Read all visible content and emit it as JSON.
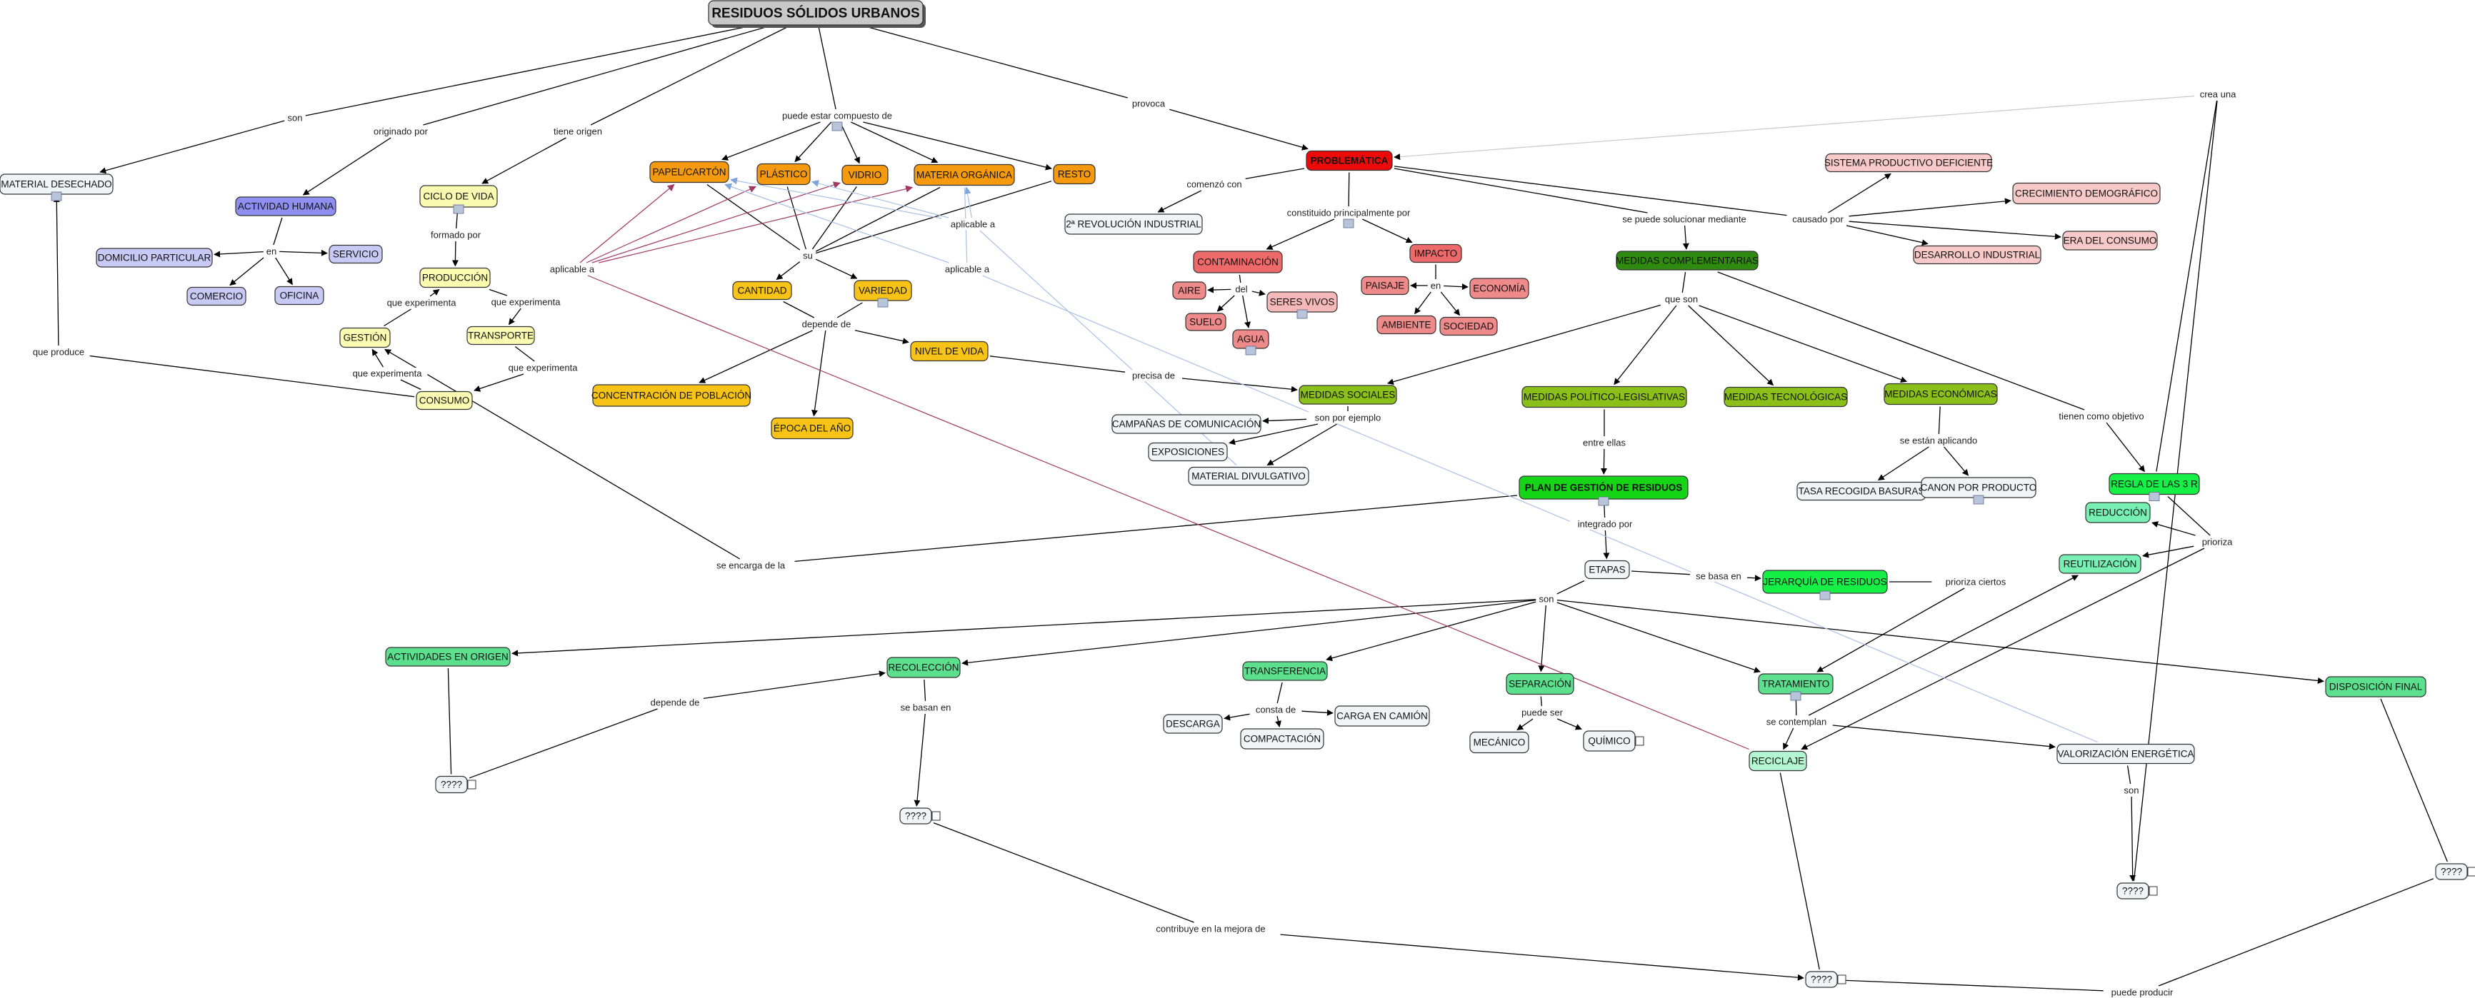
{
  "nodes": [
    {
      "id": "root",
      "text": "RESIDUOS SÓLIDOS URBANOS",
      "fill": "#c8c8c8",
      "stroke": "#333333",
      "bold": true,
      "title": true
    },
    {
      "id": "md",
      "text": "MATERIAL DESECHADO",
      "fill": "#f0f4f7",
      "stroke": "#333333"
    },
    {
      "id": "ah",
      "text": "ACTIVIDAD HUMANA",
      "fill": "#8f8ff2",
      "stroke": "#333333"
    },
    {
      "id": "dp",
      "text": "DOMICILIO PARTICULAR",
      "fill": "#c9c9f5",
      "stroke": "#333333"
    },
    {
      "id": "serv",
      "text": "SERVICIO",
      "fill": "#c9c9f5",
      "stroke": "#333333"
    },
    {
      "id": "com",
      "text": "COMERCIO",
      "fill": "#c9c9f5",
      "stroke": "#333333"
    },
    {
      "id": "ofi",
      "text": "OFICINA",
      "fill": "#c9c9f5",
      "stroke": "#333333"
    },
    {
      "id": "cv",
      "text": "CICLO DE VIDA",
      "fill": "#fafab0",
      "stroke": "#333333"
    },
    {
      "id": "prod",
      "text": "PRODUCCIÓN",
      "fill": "#fafab0",
      "stroke": "#333333"
    },
    {
      "id": "tran",
      "text": "TRANSPORTE",
      "fill": "#fafab0",
      "stroke": "#333333"
    },
    {
      "id": "gest",
      "text": "GESTIÓN",
      "fill": "#fafab0",
      "stroke": "#333333"
    },
    {
      "id": "cons",
      "text": "CONSUMO",
      "fill": "#fafab0",
      "stroke": "#333333"
    },
    {
      "id": "pap",
      "text": "PAPEL/CARTÓN",
      "fill": "#f59a0e",
      "stroke": "#333333"
    },
    {
      "id": "pla",
      "text": "PLÁSTICO",
      "fill": "#f59a0e",
      "stroke": "#333333"
    },
    {
      "id": "vid",
      "text": "VIDRIO",
      "fill": "#f59a0e",
      "stroke": "#333333"
    },
    {
      "id": "mo",
      "text": "MATERIA ORGÁNICA",
      "fill": "#f59a0e",
      "stroke": "#333333"
    },
    {
      "id": "res",
      "text": "RESTO",
      "fill": "#f59a0e",
      "stroke": "#333333"
    },
    {
      "id": "cant",
      "text": "CANTIDAD",
      "fill": "#f7c317",
      "stroke": "#333333"
    },
    {
      "id": "var",
      "text": "VARIEDAD",
      "fill": "#f7c317",
      "stroke": "#333333"
    },
    {
      "id": "cp",
      "text": "CONCENTRACIÓN DE POBLACIÓN",
      "fill": "#f7c317",
      "stroke": "#333333"
    },
    {
      "id": "ea",
      "text": "ÉPOCA DEL AÑO",
      "fill": "#f7c317",
      "stroke": "#333333"
    },
    {
      "id": "nv",
      "text": "NIVEL DE VIDA",
      "fill": "#f7c317",
      "stroke": "#333333"
    },
    {
      "id": "prob",
      "text": "PROBLEMÁTICA",
      "fill": "#ef0a0a",
      "stroke": "#333333",
      "bold": true
    },
    {
      "id": "rev",
      "text": "2ª REVOLUCIÓN INDUSTRIAL",
      "fill": "#f0f4f7",
      "stroke": "#333333"
    },
    {
      "id": "cont",
      "text": "CONTAMINACIÓN",
      "fill": "#ee6a6a",
      "stroke": "#333333"
    },
    {
      "id": "aire",
      "text": "AIRE",
      "fill": "#ee8a8a",
      "stroke": "#333333"
    },
    {
      "id": "suelo",
      "text": "SUELO",
      "fill": "#ee8a8a",
      "stroke": "#333333"
    },
    {
      "id": "agua",
      "text": "AGUA",
      "fill": "#ee8a8a",
      "stroke": "#333333"
    },
    {
      "id": "sv",
      "text": "SERES VIVOS",
      "fill": "#f5b8b8",
      "stroke": "#333333"
    },
    {
      "id": "imp",
      "text": "IMPACTO",
      "fill": "#ee6a6a",
      "stroke": "#333333"
    },
    {
      "id": "pais",
      "text": "PAISAJE",
      "fill": "#ee8a8a",
      "stroke": "#333333"
    },
    {
      "id": "amb",
      "text": "AMBIENTE",
      "fill": "#ee8a8a",
      "stroke": "#333333"
    },
    {
      "id": "soc",
      "text": "SOCIEDAD",
      "fill": "#ee8a8a",
      "stroke": "#333333"
    },
    {
      "id": "eco",
      "text": "ECONOMÍA",
      "fill": "#ee8a8a",
      "stroke": "#333333"
    },
    {
      "id": "spd",
      "text": "SISTEMA PRODUCTIVO DEFICIENTE",
      "fill": "#f7c9c9",
      "stroke": "#333333"
    },
    {
      "id": "cd",
      "text": "CRECIMIENTO DEMOGRÁFICO",
      "fill": "#f7c9c9",
      "stroke": "#333333"
    },
    {
      "id": "di",
      "text": "DESARROLLO INDUSTRIAL",
      "fill": "#f7c9c9",
      "stroke": "#333333"
    },
    {
      "id": "ec",
      "text": "ERA DEL CONSUMO",
      "fill": "#f7c9c9",
      "stroke": "#333333"
    },
    {
      "id": "mc",
      "text": "MEDIDAS COMPLEMENTARIAS",
      "fill": "#2f8a10",
      "stroke": "#333333"
    },
    {
      "id": "ms",
      "text": "MEDIDAS SOCIALES",
      "fill": "#8bbf1a",
      "stroke": "#333333"
    },
    {
      "id": "mpl",
      "text": "MEDIDAS POLÍTICO-LEGISLATIVAS",
      "fill": "#8bbf1a",
      "stroke": "#333333"
    },
    {
      "id": "mt",
      "text": "MEDIDAS TECNOLÓGICAS",
      "fill": "#8bbf1a",
      "stroke": "#333333"
    },
    {
      "id": "me",
      "text": "MEDIDAS ECONÓMICAS",
      "fill": "#8bbf1a",
      "stroke": "#333333"
    },
    {
      "id": "cc",
      "text": "CAMPAÑAS DE COMUNICACIÓN",
      "fill": "#f0f4f7",
      "stroke": "#333333"
    },
    {
      "id": "exp",
      "text": "EXPOSICIONES",
      "fill": "#f0f4f7",
      "stroke": "#333333"
    },
    {
      "id": "mdv",
      "text": "MATERIAL DIVULGATIVO",
      "fill": "#f0f4f7",
      "stroke": "#333333"
    },
    {
      "id": "trb",
      "text": "TASA RECOGIDA BASURAS",
      "fill": "#f0f4f7",
      "stroke": "#333333"
    },
    {
      "id": "cpp",
      "text": "CANON POR PRODUCTO",
      "fill": "#f0f4f7",
      "stroke": "#333333"
    },
    {
      "id": "pgr",
      "text": "PLAN DE GESTIÓN DE RESIDUOS",
      "fill": "#16d516",
      "stroke": "#333333",
      "bold": true
    },
    {
      "id": "r3",
      "text": "REGLA DE LAS 3 R",
      "fill": "#16f046",
      "stroke": "#333333"
    },
    {
      "id": "redu",
      "text": "REDUCCIÓN",
      "fill": "#78f0b4",
      "stroke": "#333333"
    },
    {
      "id": "reut",
      "text": "REUTILIZACIÓN",
      "fill": "#78f0b4",
      "stroke": "#333333"
    },
    {
      "id": "etap",
      "text": "ETAPAS",
      "fill": "#f0f4f7",
      "stroke": "#333333"
    },
    {
      "id": "jer",
      "text": "JERARQUÍA DE RESIDUOS",
      "fill": "#16f046",
      "stroke": "#333333"
    },
    {
      "id": "ao",
      "text": "ACTIVIDADES EN ORIGEN",
      "fill": "#5ce08e",
      "stroke": "#333333"
    },
    {
      "id": "rec",
      "text": "RECOLECCIÓN",
      "fill": "#5ce08e",
      "stroke": "#333333"
    },
    {
      "id": "trf",
      "text": "TRANSFERENCIA",
      "fill": "#5ce08e",
      "stroke": "#333333"
    },
    {
      "id": "sep",
      "text": "SEPARACIÓN",
      "fill": "#5ce08e",
      "stroke": "#333333"
    },
    {
      "id": "trat",
      "text": "TRATAMIENTO",
      "fill": "#5ce08e",
      "stroke": "#333333"
    },
    {
      "id": "dfin",
      "text": "DISPOSICIÓN FINAL",
      "fill": "#5ce08e",
      "stroke": "#333333"
    },
    {
      "id": "desc",
      "text": "DESCARGA",
      "fill": "#f0f4f7",
      "stroke": "#333333"
    },
    {
      "id": "comp",
      "text": "COMPACTACIÓN",
      "fill": "#f0f4f7",
      "stroke": "#333333"
    },
    {
      "id": "carga",
      "text": "CARGA EN CAMIÓN",
      "fill": "#f0f4f7",
      "stroke": "#333333"
    },
    {
      "id": "mec",
      "text": "MECÁNICO",
      "fill": "#f0f4f7",
      "stroke": "#333333"
    },
    {
      "id": "qui",
      "text": "QUÍMICO",
      "fill": "#f0f4f7",
      "stroke": "#333333"
    },
    {
      "id": "recic",
      "text": "RECICLAJE",
      "fill": "#b4f5d2",
      "stroke": "#333333"
    },
    {
      "id": "ve",
      "text": "VALORIZACIÓN ENERGÉTICA",
      "fill": "#f0f4f7",
      "stroke": "#333333"
    },
    {
      "id": "q1",
      "text": "????",
      "fill": "#f0f4f7",
      "stroke": "#333333"
    },
    {
      "id": "q2",
      "text": "????",
      "fill": "#f0f4f7",
      "stroke": "#333333"
    },
    {
      "id": "q3",
      "text": "????",
      "fill": "#f0f4f7",
      "stroke": "#333333"
    },
    {
      "id": "q4",
      "text": "????",
      "fill": "#f0f4f7",
      "stroke": "#333333"
    },
    {
      "id": "q5",
      "text": "????",
      "fill": "#f0f4f7",
      "stroke": "#333333"
    }
  ],
  "labels": [
    {
      "id": "L_son1",
      "text": "son"
    },
    {
      "id": "L_orig",
      "text": "originado por"
    },
    {
      "id": "L_tiene",
      "text": "tiene origen"
    },
    {
      "id": "L_comp",
      "text": "puede estar compuesto de"
    },
    {
      "id": "L_provoca",
      "text": "provoca"
    },
    {
      "id": "L_crea",
      "text": "crea una"
    },
    {
      "id": "L_en1",
      "text": "en"
    },
    {
      "id": "L_formado",
      "text": "formado por"
    },
    {
      "id": "L_qexp1",
      "text": "que experimenta"
    },
    {
      "id": "L_qexp2",
      "text": "que experimenta"
    },
    {
      "id": "L_qexp3",
      "text": "que experimenta"
    },
    {
      "id": "L_qexp4",
      "text": "que experimenta"
    },
    {
      "id": "L_qprod",
      "text": "que produce"
    },
    {
      "id": "L_aplic1",
      "text": "aplicable a"
    },
    {
      "id": "L_aplic2",
      "text": "aplicable a"
    },
    {
      "id": "L_aplic3",
      "text": "aplicable a"
    },
    {
      "id": "L_su",
      "text": "su"
    },
    {
      "id": "L_dep1",
      "text": "depende de"
    },
    {
      "id": "L_precisa",
      "text": "precisa de"
    },
    {
      "id": "L_comenzo",
      "text": "comenzó con"
    },
    {
      "id": "L_const",
      "text": "constituido principalmente por"
    },
    {
      "id": "L_del",
      "text": "del"
    },
    {
      "id": "L_en2",
      "text": "en"
    },
    {
      "id": "L_ssm",
      "text": "se puede solucionar mediante"
    },
    {
      "id": "L_causado",
      "text": "causado por"
    },
    {
      "id": "L_queson",
      "text": "que son"
    },
    {
      "id": "L_spe",
      "text": "son por ejemplo"
    },
    {
      "id": "L_entre",
      "text": "entre ellas"
    },
    {
      "id": "L_sea",
      "text": "se están aplicando"
    },
    {
      "id": "L_tco",
      "text": "tienen como objetivo"
    },
    {
      "id": "L_prioriza",
      "text": "prioriza"
    },
    {
      "id": "L_integrado",
      "text": "integrado por"
    },
    {
      "id": "L_seencarga",
      "text": "se encarga de la"
    },
    {
      "id": "L_sebasa",
      "text": "se basa en"
    },
    {
      "id": "L_pciertos",
      "text": "prioriza ciertos"
    },
    {
      "id": "L_son2",
      "text": "son"
    },
    {
      "id": "L_depende2",
      "text": "depende de"
    },
    {
      "id": "L_sebasan",
      "text": "se basan en"
    },
    {
      "id": "L_constade",
      "text": "consta de"
    },
    {
      "id": "L_pser",
      "text": "puede ser"
    },
    {
      "id": "L_secont",
      "text": "se contemplan"
    },
    {
      "id": "L_son3",
      "text": "son"
    },
    {
      "id": "L_contrib",
      "text": "contribuye en la mejora de"
    },
    {
      "id": "L_pprod",
      "text": "puede producir"
    }
  ]
}
